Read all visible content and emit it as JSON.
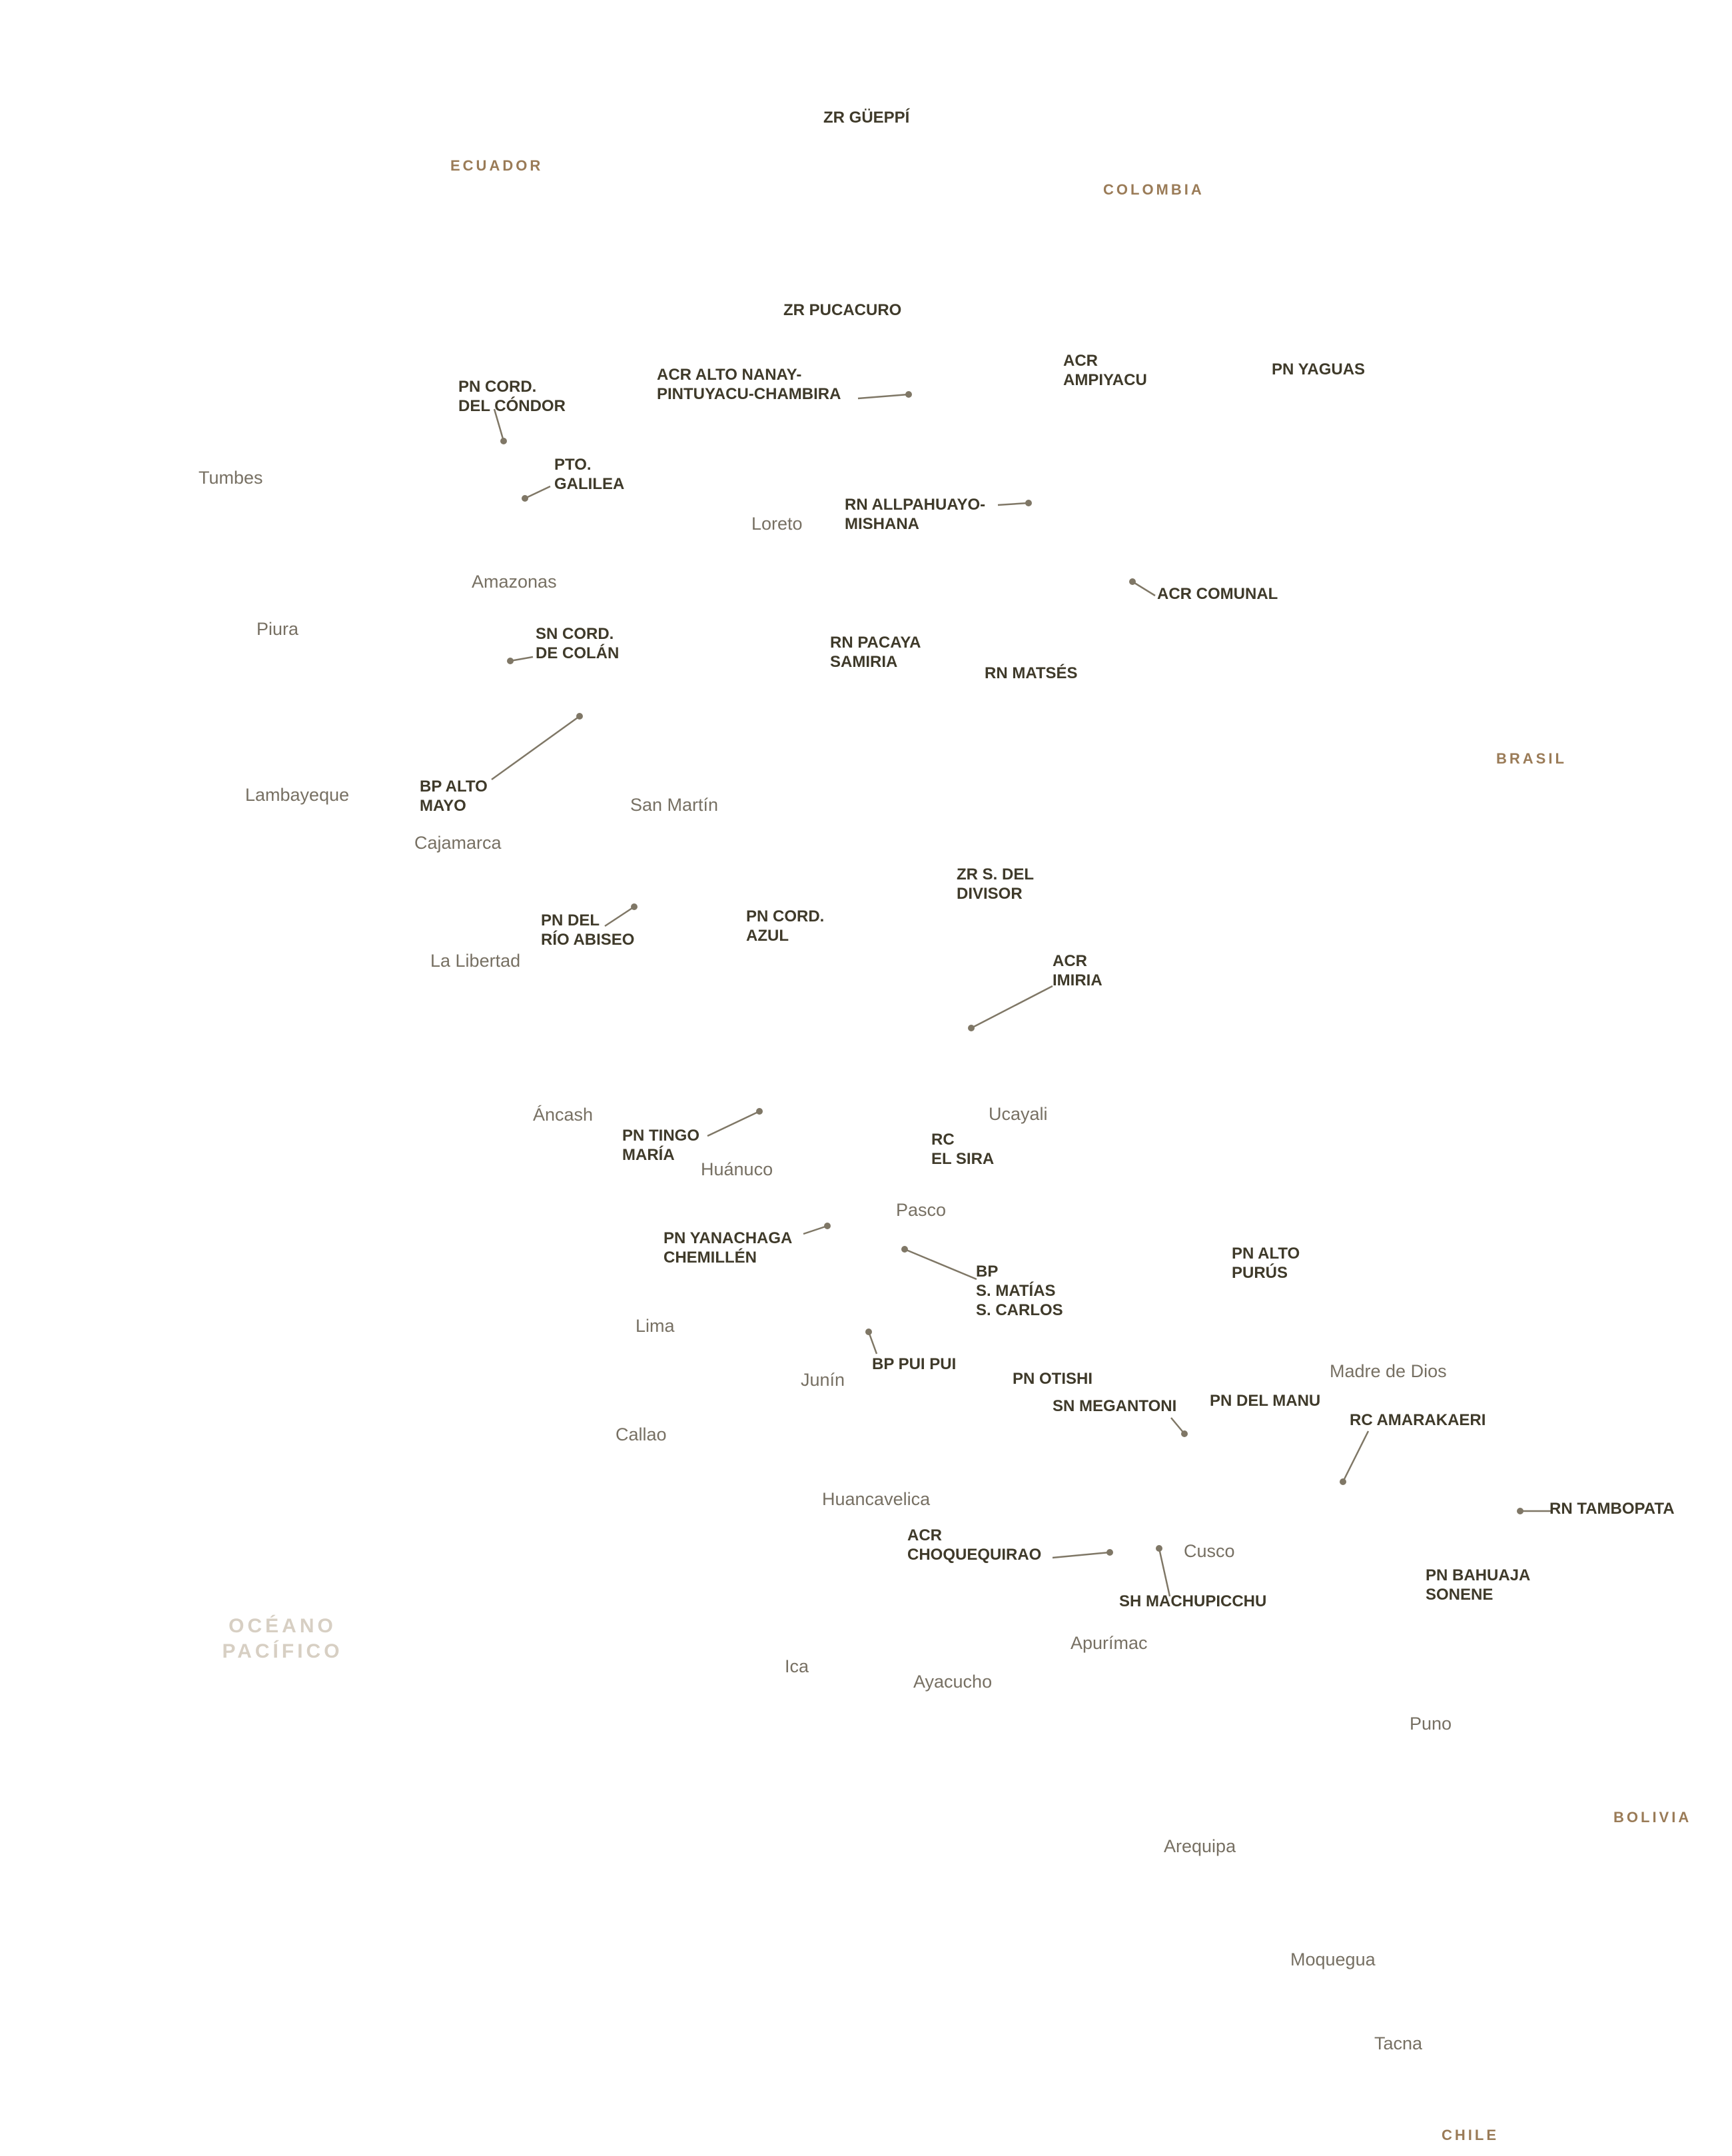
{
  "colors": {
    "background": "#ffffff",
    "country": "#9a7b57",
    "ocean": "#d7cfc3",
    "region": "#777063",
    "area": "#3f3a2a",
    "leader": "#7f7766"
  },
  "countries": [
    "ZR GÜEPPÍ",
    "ECUADOR",
    "COLOMBIA",
    "BRASIL",
    "BOLIVIA",
    "CHILE"
  ],
  "ocean": [
    "OCÉANO",
    "PACÍFICO"
  ],
  "regions": [
    "Tumbes",
    "Loreto",
    "Amazonas",
    "Piura",
    "Lambayeque",
    "San Martín",
    "Cajamarca",
    "La Libertad",
    "Áncash",
    "Huánuco",
    "Ucayali",
    "Pasco",
    "Lima",
    "Junín",
    "Callao",
    "Madre de Dios",
    "Huancavelica",
    "Cusco",
    "Apurímac",
    "Ica",
    "Ayacucho",
    "Puno",
    "Arequipa",
    "Moquegua",
    "Tacna"
  ],
  "protected_areas": [
    [
      "ZR PUCACURO"
    ],
    [
      "ACR ALTO NANAY-",
      "PINTUYACU-CHAMBIRA"
    ],
    [
      "ACR",
      "AMPIYACU"
    ],
    [
      "PN YAGUAS"
    ],
    [
      "PN CORD.",
      "DEL CÓNDOR"
    ],
    [
      "PTO.",
      "GALILEA"
    ],
    [
      "RN ALLPAHUAYO-",
      "MISHANA"
    ],
    [
      "ACR COMUNAL"
    ],
    [
      "SN CORD.",
      "DE COLÁN"
    ],
    [
      "RN PACAYA",
      "SAMIRIA"
    ],
    [
      "RN MATSÉS"
    ],
    [
      "BP ALTO",
      "MAYO"
    ],
    [
      "ZR S. DEL",
      "DIVISOR"
    ],
    [
      "PN DEL",
      "RÍO ABISEO"
    ],
    [
      "PN CORD.",
      "AZUL"
    ],
    [
      "ACR",
      "IMIRIA"
    ],
    [
      "PN TINGO",
      "MARÍA"
    ],
    [
      "RC",
      "EL SIRA"
    ],
    [
      "PN YANACHAGA",
      "CHEMILLÉN"
    ],
    [
      "BP",
      "S. MATÍAS",
      "S. CARLOS"
    ],
    [
      "PN ALTO",
      "PURÚS"
    ],
    [
      "BP PUI PUI"
    ],
    [
      "PN OTISHI"
    ],
    [
      "SN MEGANTONI"
    ],
    [
      "PN DEL MANU"
    ],
    [
      "RC AMARAKAERI"
    ],
    [
      "RN TAMBOPATA"
    ],
    [
      "ACR",
      "CHOQUEQUIRAO"
    ],
    [
      "SH MACHUPICCHU"
    ],
    [
      "PN BAHUAJA",
      "SONENE"
    ]
  ]
}
